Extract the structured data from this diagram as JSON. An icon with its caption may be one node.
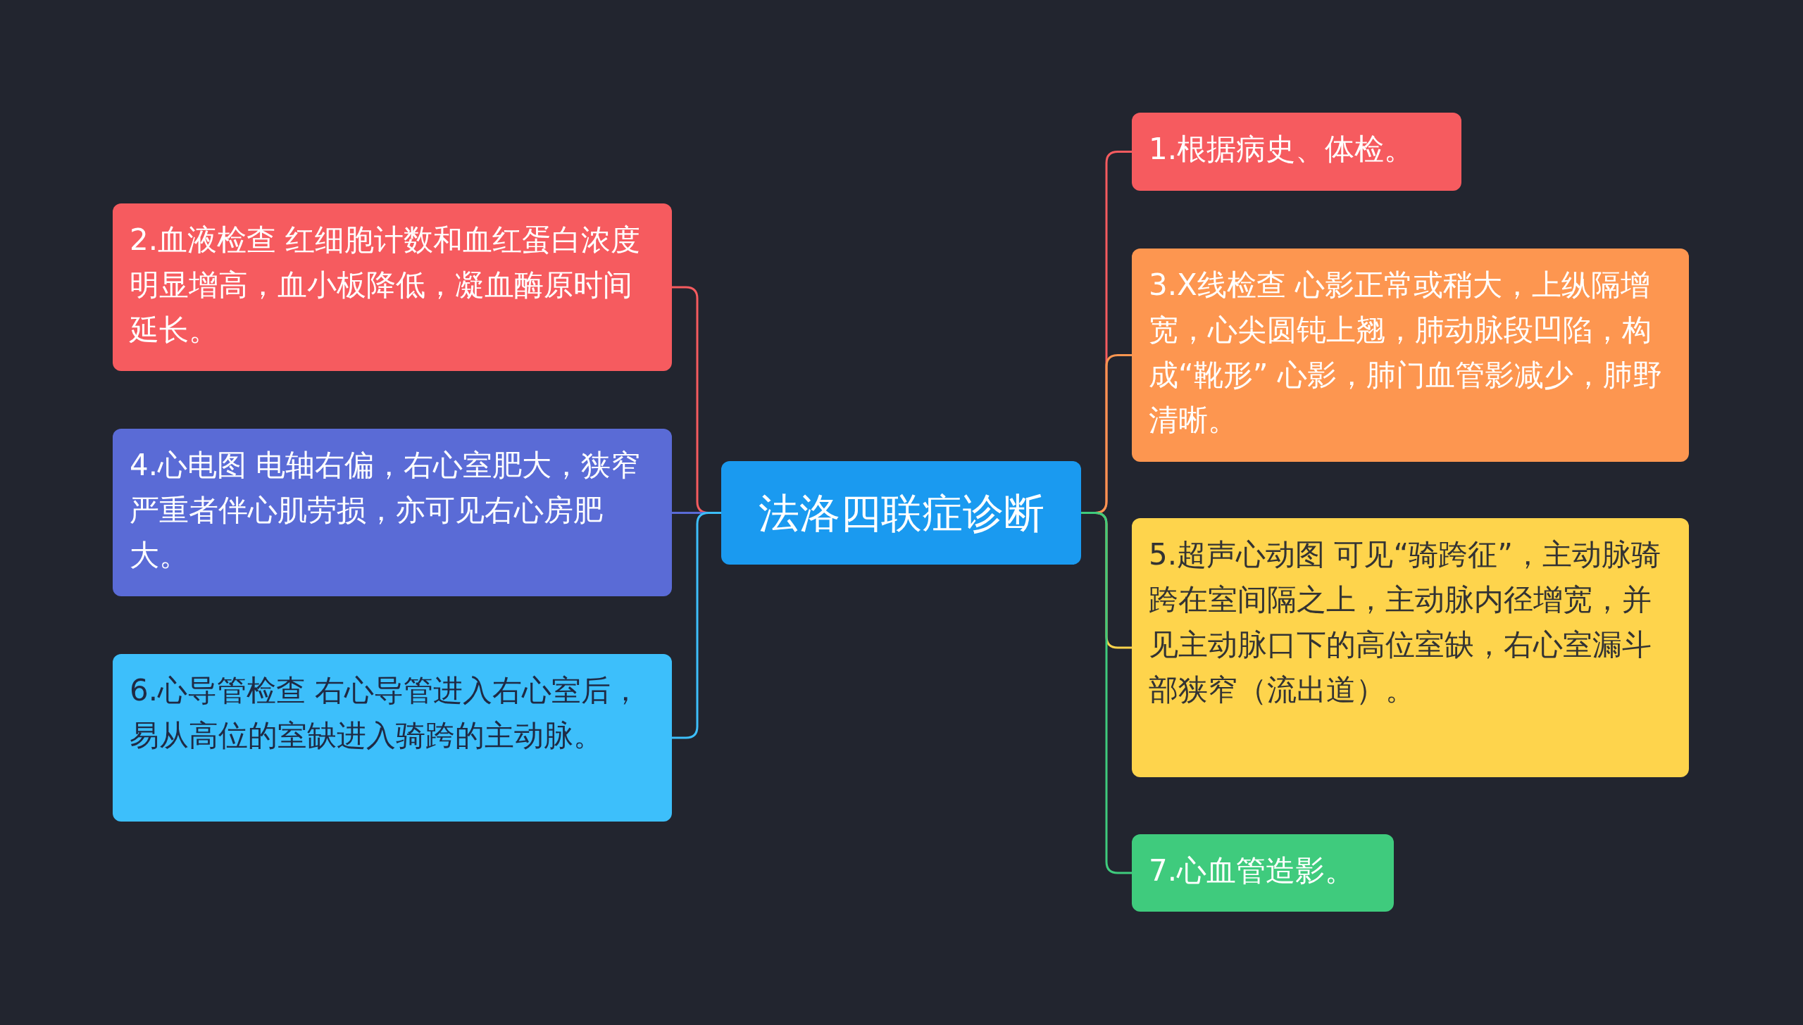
{
  "diagram": {
    "nodes": [
      {
        "text": [
          "法洛四联症诊断"
        ]
      },
      {
        "text": [
          "1.根据病史、体检。"
        ]
      },
      {
        "text": [
          "2.血液检查 红细胞计数和血红蛋白浓度明显增高，血小板降低，凝血酶原时间延长。"
        ]
      },
      {
        "text": [
          "3.X线检查 心影正常或稍大，上纵隔增宽，心尖圆钝上翘，肺动脉段凹陷，构成“靴形” 心影，肺门血管影减少，肺野清晰。"
        ]
      },
      {
        "text": [
          "4.心电图 电轴右偏，右心室肥大，狭窄严重者伴心肌劳损，亦可见右心房肥大。"
        ]
      },
      {
        "text": [
          "5.超声心动图 可见“骑跨征”，主动脉骑跨在室间隔之上，主动脉内径增宽，并见主动脉口下的高位室缺，右心室漏斗部狭窄（流出道）。"
        ]
      },
      {
        "text": [
          "6.心导管检查 右心导管进入右心室后，易从高位的室缺进入骑跨的主动脉。"
        ]
      },
      {
        "text": [
          "7.心血管造影。"
        ]
      }
    ],
    "edges": [
      {
        "from": 0,
        "to": 1,
        "arrow": "none",
        "color": "#f65b5f"
      },
      {
        "from": 0,
        "to": 2,
        "arrow": "none",
        "color": "#f65b5f"
      },
      {
        "from": 0,
        "to": 3,
        "arrow": "none",
        "color": "#fd9650"
      },
      {
        "from": 0,
        "to": 4,
        "arrow": "none",
        "color": "#5a6bd6"
      },
      {
        "from": 0,
        "to": 5,
        "arrow": "none",
        "color": "#fed44c"
      },
      {
        "from": 0,
        "to": 6,
        "arrow": "none",
        "color": "#3dbffb"
      },
      {
        "from": 0,
        "to": 7,
        "arrow": "none",
        "color": "#3fcb7d"
      }
    ]
  }
}
